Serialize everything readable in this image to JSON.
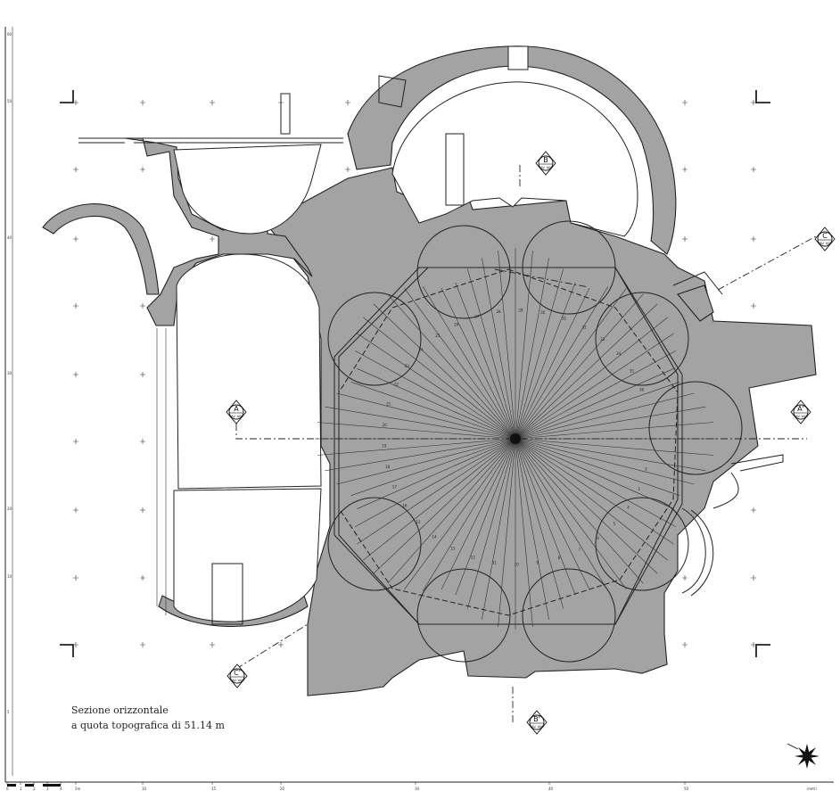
{
  "caption": {
    "line1": "Sezione orizzontale",
    "line2": "a quota topografica di 51.14 m"
  },
  "section_markers": [
    {
      "letter": "A",
      "ref": "TAV. A09"
    },
    {
      "letter": "A'",
      "ref": "TAV. A09"
    },
    {
      "letter": "B",
      "ref": "TAV. A09"
    },
    {
      "letter": "B'",
      "ref": "TAV. A09"
    },
    {
      "letter": "C",
      "ref": "TAV. A09"
    },
    {
      "letter": "C'",
      "ref": "TAV. A09"
    }
  ],
  "ray_numbers": [
    "2",
    "3",
    "4",
    "5",
    "6",
    "7",
    "8",
    "9",
    "10",
    "11",
    "12",
    "13",
    "14",
    "15",
    "16",
    "17",
    "18",
    "19",
    "20",
    "21",
    "22",
    "23",
    "24",
    "25",
    "26",
    "27",
    "28",
    "29",
    "30",
    "31",
    "32",
    "33",
    "34",
    "35",
    "36"
  ],
  "scale_bar": {
    "ticks": [
      "0",
      "1",
      "2",
      "3",
      "4",
      "5m",
      "10",
      "15",
      "20",
      "30",
      "40",
      "50"
    ],
    "unit": "metri"
  },
  "left_axis_ticks": [
    "60",
    "50",
    "40",
    "30",
    "20",
    "10",
    "5"
  ],
  "icons": [
    "north-arrow-icon"
  ],
  "colors": {
    "wall_fill": "#a3a3a3",
    "ink": "#222222",
    "paper": "#ffffff"
  }
}
